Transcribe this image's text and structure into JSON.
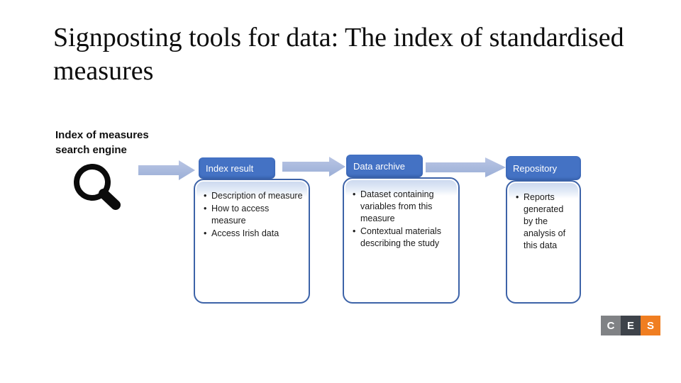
{
  "slide": {
    "title": "Signposting tools for data: The index of standardised measures",
    "caption": "Index of measures search engine"
  },
  "diagram": {
    "search_icon": "magnifying-glass",
    "arrow_color": "#A9B8DB",
    "header_color": "#4472C4",
    "border_color": "#3D63A8",
    "boxes": [
      {
        "header": "Index result",
        "bullets": [
          "Description of measure",
          "How to access measure",
          "Access Irish data"
        ]
      },
      {
        "header": "Data archive",
        "bullets": [
          "Dataset containing variables from this measure",
          "Contextual materials describing the study"
        ]
      },
      {
        "header": "Repository",
        "bullets": [
          "Reports generated by the analysis of this data"
        ]
      }
    ]
  },
  "logo": {
    "letters": [
      "C",
      "E",
      "S"
    ],
    "colors": [
      "#808285",
      "#3E434A",
      "#F07E21"
    ]
  }
}
